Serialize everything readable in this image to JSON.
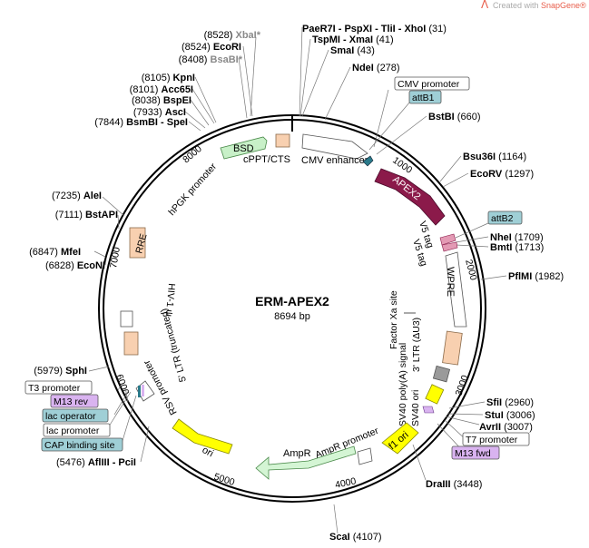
{
  "watermark": {
    "prefix": "Created with ",
    "brand": "SnapGene®",
    "brand_color": "#e85d4a"
  },
  "plasmid": {
    "name": "ERM-APEX2",
    "size": "8694 bp"
  },
  "ticks": {
    "t1000": "1000",
    "t2000": "2000",
    "t3000": "3000",
    "t4000": "4000",
    "t5000": "5000",
    "t6000": "6000",
    "t7000": "7000",
    "t8000": "8000"
  },
  "sites": {
    "xbai": {
      "name": "XbaI*",
      "pos": "(8528)"
    },
    "ecori": {
      "name": "EcoRI",
      "pos": "(8524)"
    },
    "bsabi": {
      "name": "BsaBI*",
      "pos": "(8408)"
    },
    "kpni": {
      "name": "KpnI",
      "pos": "(8105)"
    },
    "acc65i": {
      "name": "Acc65I",
      "pos": "(8101)"
    },
    "bspei": {
      "name": "BspEI",
      "pos": "(8038)"
    },
    "asci": {
      "name": "AscI",
      "pos": "(7933)"
    },
    "bsmbi": {
      "name": "BsmBI - SpeI",
      "pos": "(7844)"
    },
    "alei": {
      "name": "AleI",
      "pos": "(7235)"
    },
    "bstapi": {
      "name": "BstAPI",
      "pos": "(7111)"
    },
    "mfei": {
      "name": "MfeI",
      "pos": "(6847)"
    },
    "econi": {
      "name": "EcoNI",
      "pos": "(6828)"
    },
    "sphi": {
      "name": "SphI",
      "pos": "(5979)"
    },
    "afliii": {
      "name": "AflIII - PciI",
      "pos": "(5476)"
    },
    "paer7i": {
      "name": "PaeR7I - PspXI - TliI - XhoI",
      "pos": "(31)"
    },
    "tspmi": {
      "name": "TspMI - XmaI",
      "pos": "(41)"
    },
    "smai": {
      "name": "SmaI",
      "pos": "(43)"
    },
    "ndei": {
      "name": "NdeI",
      "pos": "(278)"
    },
    "bstbi": {
      "name": "BstBI",
      "pos": "(660)"
    },
    "bsu36i": {
      "name": "Bsu36I",
      "pos": "(1164)"
    },
    "ecorv": {
      "name": "EcoRV",
      "pos": "(1297)"
    },
    "nhei": {
      "name": "NheI",
      "pos": "(1709)"
    },
    "bmti": {
      "name": "BmtI",
      "pos": "(1713)"
    },
    "pflmi": {
      "name": "PflMI",
      "pos": "(1982)"
    },
    "sfii": {
      "name": "SfiI",
      "pos": "(2960)"
    },
    "stui": {
      "name": "StuI",
      "pos": "(3006)"
    },
    "avrii": {
      "name": "AvrII",
      "pos": "(3007)"
    },
    "draiii": {
      "name": "DraIII",
      "pos": "(3448)"
    },
    "scai": {
      "name": "ScaI",
      "pos": "(4107)"
    }
  },
  "boxes": {
    "cmv_promoter": "CMV promoter",
    "attb1": "attB1",
    "attb2": "attB2",
    "t7_promoter": "T7 promoter",
    "m13_fwd": "M13 fwd",
    "t3_promoter": "T3 promoter",
    "m13_rev": "M13 rev",
    "lac_operator": "lac operator",
    "lac_promoter": "lac promoter",
    "cap_site": "CAP binding site"
  },
  "features": {
    "bsd": "BSD",
    "cppt": "cPPT/CTS",
    "cmv_enhancer": "CMV enhancer",
    "apex2": "APEX2",
    "v5tag1": "V5 tag",
    "v5tag2": "V5 tag",
    "wpre": "WPRE",
    "ltr3": "3' LTR (ΔU3)",
    "sv40polya": "SV40 poly(A) signal",
    "sv40ori": "SV40 ori",
    "f1ori": "f1 ori",
    "ampr_promoter": "AmpR promoter",
    "ampr": "AmpR",
    "ori": "ori",
    "rsv": "RSV promoter",
    "ltr5": "5' LTR (truncated)",
    "hiv": "HIV-1 ψ",
    "rre": "RRE",
    "hpgk": "hPGK promoter",
    "factor_xa": "Factor Xa site"
  },
  "colors": {
    "apex2": "#8b1a4a",
    "bsd": "#c8f0c8",
    "ampr": "#d4f5d4",
    "ori": "#ffff00",
    "f1ori": "#ffff00",
    "cppt": "#f8d0b0",
    "rre": "#f8d0b0",
    "attb": "#9fcfd6",
    "m13": "#d9b3f0",
    "lac": "#9fcfd6"
  }
}
